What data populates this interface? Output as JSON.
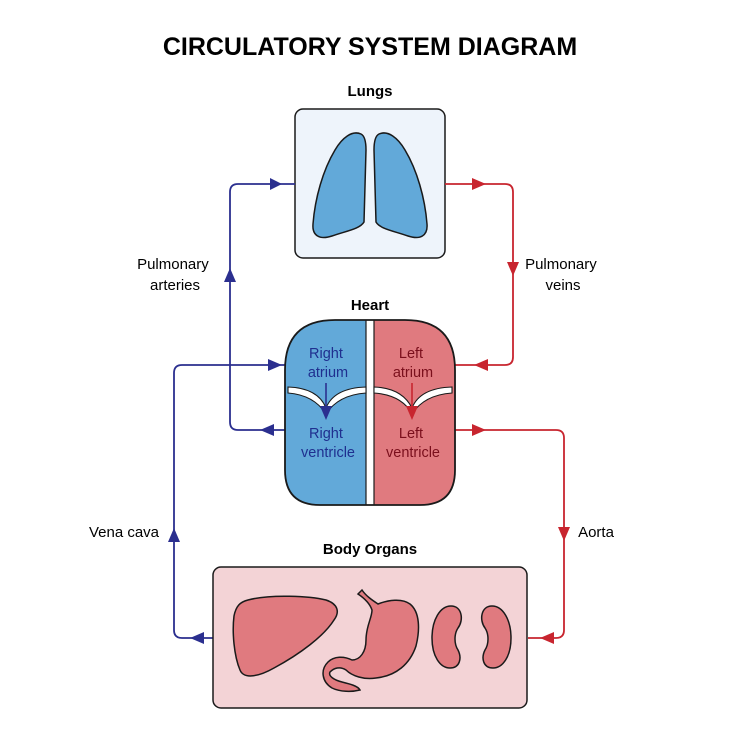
{
  "title": "CIRCULATORY SYSTEM DIAGRAM",
  "lungs": {
    "label": "Lungs"
  },
  "heart": {
    "label": "Heart",
    "right_atrium": [
      "Right",
      "atrium"
    ],
    "right_ventricle": [
      "Right",
      "ventricle"
    ],
    "left_atrium": [
      "Left",
      "atrium"
    ],
    "left_ventricle": [
      "Left",
      "ventricle"
    ]
  },
  "body_organs": {
    "label": "Body Organs"
  },
  "vessels": {
    "pulmonary_arteries": [
      "Pulmonary",
      "arteries"
    ],
    "pulmonary_veins": [
      "Pulmonary",
      "veins"
    ],
    "vena_cava": "Vena cava",
    "aorta": "Aorta"
  },
  "colors": {
    "deoxygenated_line": "#2b2f8f",
    "oxygenated_line": "#c8252f",
    "blue_fill": "#62a9d9",
    "red_fill": "#e07a7f",
    "lungs_box": "#eef4fb",
    "organs_box": "#f3d3d6"
  }
}
